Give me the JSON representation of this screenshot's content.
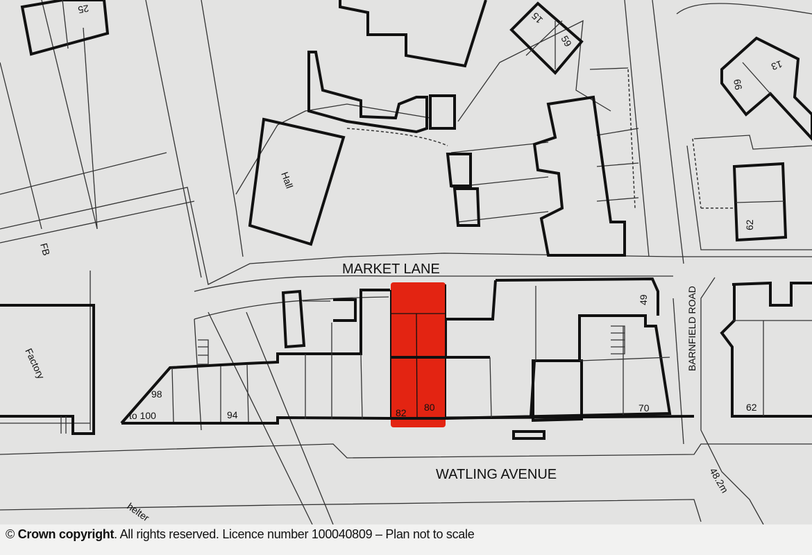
{
  "map": {
    "roads": {
      "market_lane": "MARKET LANE",
      "watling_avenue": "WATLING AVENUE",
      "barnfield_road": "BARNFIELD ROAD"
    },
    "labels": {
      "hall": "Hall",
      "factory": "Factory",
      "fb": "FB",
      "shelter_partial": "helter",
      "spot_height": "48.2m"
    },
    "house_numbers": {
      "n25": "25",
      "n15": "15",
      "n59": "59",
      "n13": "13",
      "n66": "66",
      "n62_top": "62",
      "n49": "49",
      "n98": "98",
      "n100": "to 100",
      "n94": "94",
      "n82": "82",
      "n80": "80",
      "n70": "70",
      "n62_bottom": "62"
    },
    "highlight_color": "#e32412",
    "background_color": "#e3e3e2"
  },
  "footer": {
    "symbol": "©",
    "owner": "Crown copyright",
    "text": ". All rights reserved. Licence number 100040809 – Plan not to scale"
  }
}
